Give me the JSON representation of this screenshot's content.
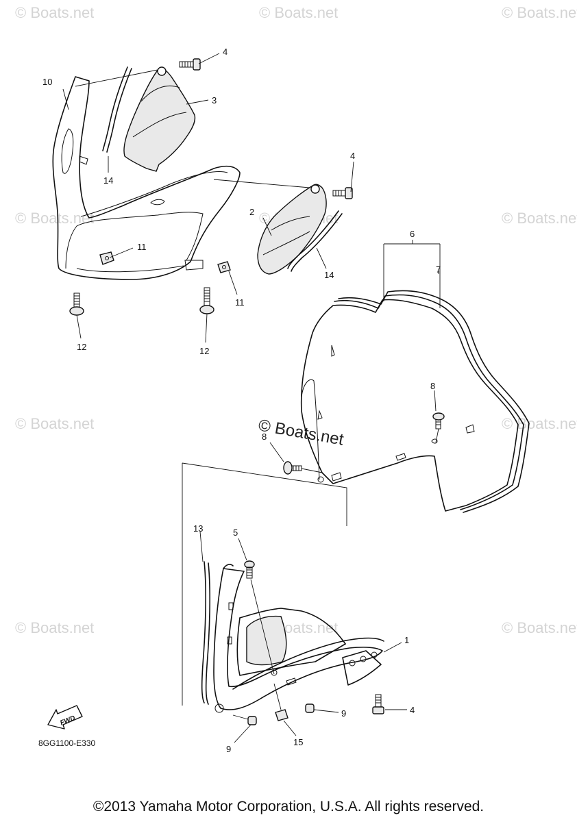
{
  "watermarks": {
    "text": "Boats.net",
    "symbol": "©",
    "center": "© Boats.net"
  },
  "callouts": {
    "c1": "1",
    "c2": "2",
    "c3": "3",
    "c4a": "4",
    "c4b": "4",
    "c4c": "4",
    "c5": "5",
    "c6": "6",
    "c7": "7",
    "c8a": "8",
    "c8b": "8",
    "c9a": "9",
    "c9b": "9",
    "c10": "10",
    "c11a": "11",
    "c11b": "11",
    "c12a": "12",
    "c12b": "12",
    "c13": "13",
    "c14a": "14",
    "c14b": "14",
    "c15": "15"
  },
  "fwd_label": "FWD",
  "diagram_code": "8GG1100-E330",
  "copyright": "©2013 Yamaha Motor Corporation, U.S.A. All rights reserved."
}
